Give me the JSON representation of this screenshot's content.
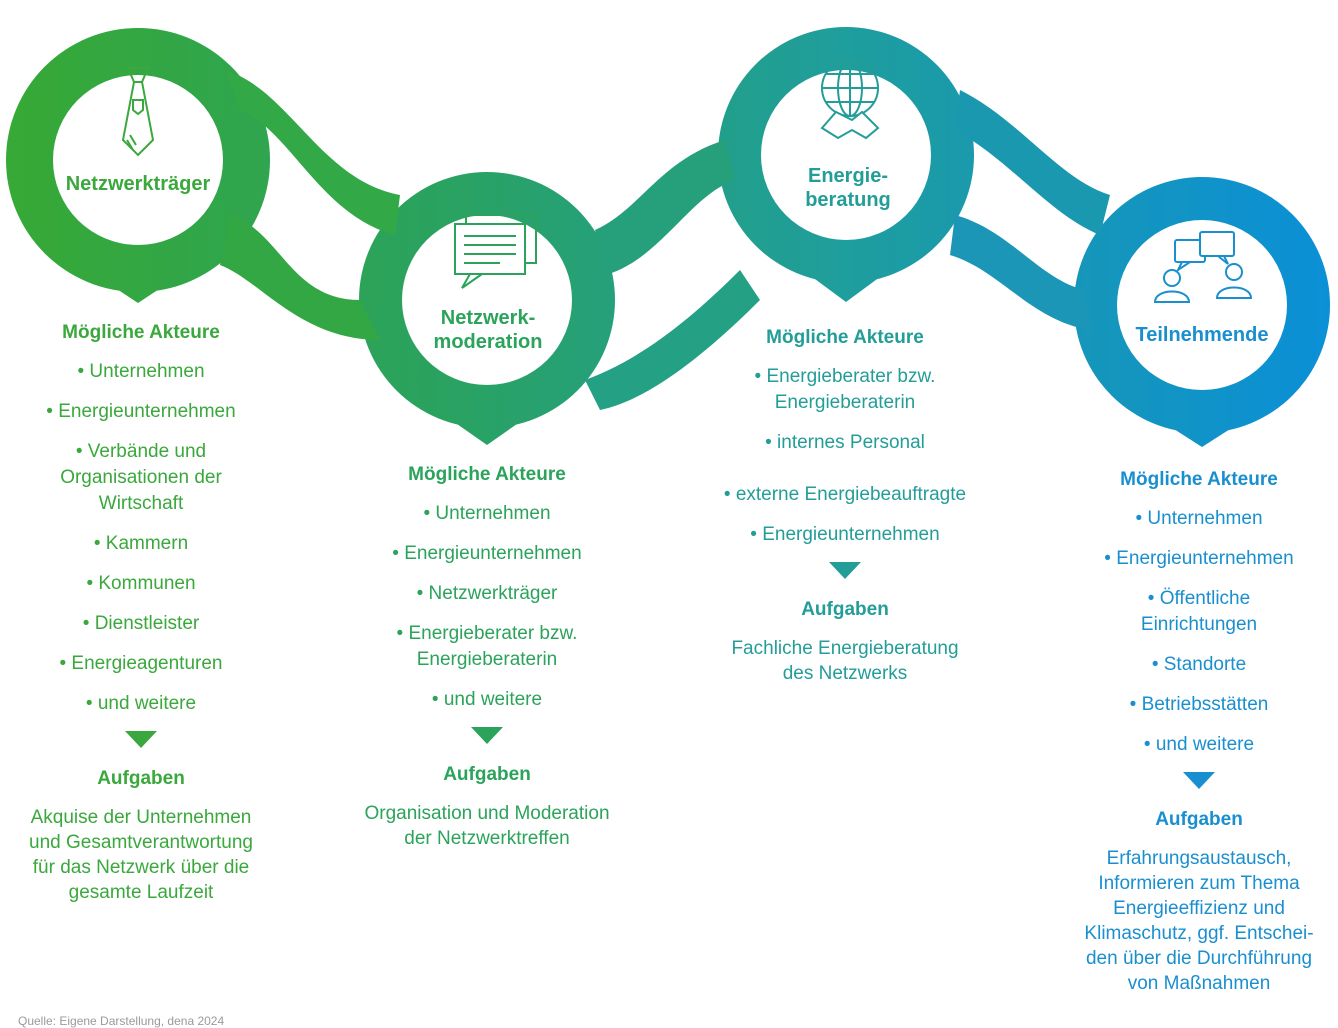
{
  "colors": {
    "green": "#3aa83c",
    "green_teal": "#2ba35b",
    "teal": "#239d98",
    "blue": "#1a8fd0"
  },
  "nodes": [
    {
      "title": "Netzwerkträger",
      "icon": "necktie-icon",
      "actors_heading": "Mögliche Akteure",
      "actors": [
        "• Unternehmen",
        "• Energieunternehmen",
        "• Verbände und\nOrganisationen der\nWirtschaft",
        "• Kammern",
        "• Kommunen",
        "• Dienstleister",
        "• Energieagenturen",
        "• und weitere"
      ],
      "tasks_heading": "Aufgaben",
      "tasks": "Akquise der Unternehmen\nund Gesamtverantwortung\nfür das Netzwerk über die\ngesamte Laufzeit"
    },
    {
      "title": "Netzwerk-\nmoderation",
      "icon": "chat-document-icon",
      "actors_heading": "Mögliche Akteure",
      "actors": [
        "• Unternehmen",
        "• Energieunternehmen",
        "• Netzwerkträger",
        "• Energieberater bzw.\nEnergieberaterin",
        "• und weitere"
      ],
      "tasks_heading": "Aufgaben",
      "tasks": "Organisation und Moderation\nder Netzwerktreffen"
    },
    {
      "title": "Energie-\nberatung",
      "icon": "globe-handshake-icon",
      "actors_heading": "Mögliche Akteure",
      "actors": [
        "• Energieberater bzw.\nEnergieberaterin",
        "• internes Personal",
        "• externe Energiebeauftragte",
        "• Energieunternehmen"
      ],
      "tasks_heading": "Aufgaben",
      "tasks": "Fachliche Energieberatung\ndes Netzwerks"
    },
    {
      "title": "Teilnehmende",
      "icon": "people-chat-icon",
      "actors_heading": "Mögliche Akteure",
      "actors": [
        "• Unternehmen",
        "• Energieunternehmen",
        "• Öffentliche\nEinrichtungen",
        "• Standorte",
        "• Betriebsstätten",
        "• und weitere"
      ],
      "tasks_heading": "Aufgaben",
      "tasks": "Erfahrungsaustausch,\nInformieren zum Thema\nEnergieeffizienz und\nKlimaschutz, ggf. Entschei-\nden über die Durchführung\nvon Maßnahmen"
    }
  ],
  "footnote": "Quelle: Eigene Darstellung, dena 2024"
}
